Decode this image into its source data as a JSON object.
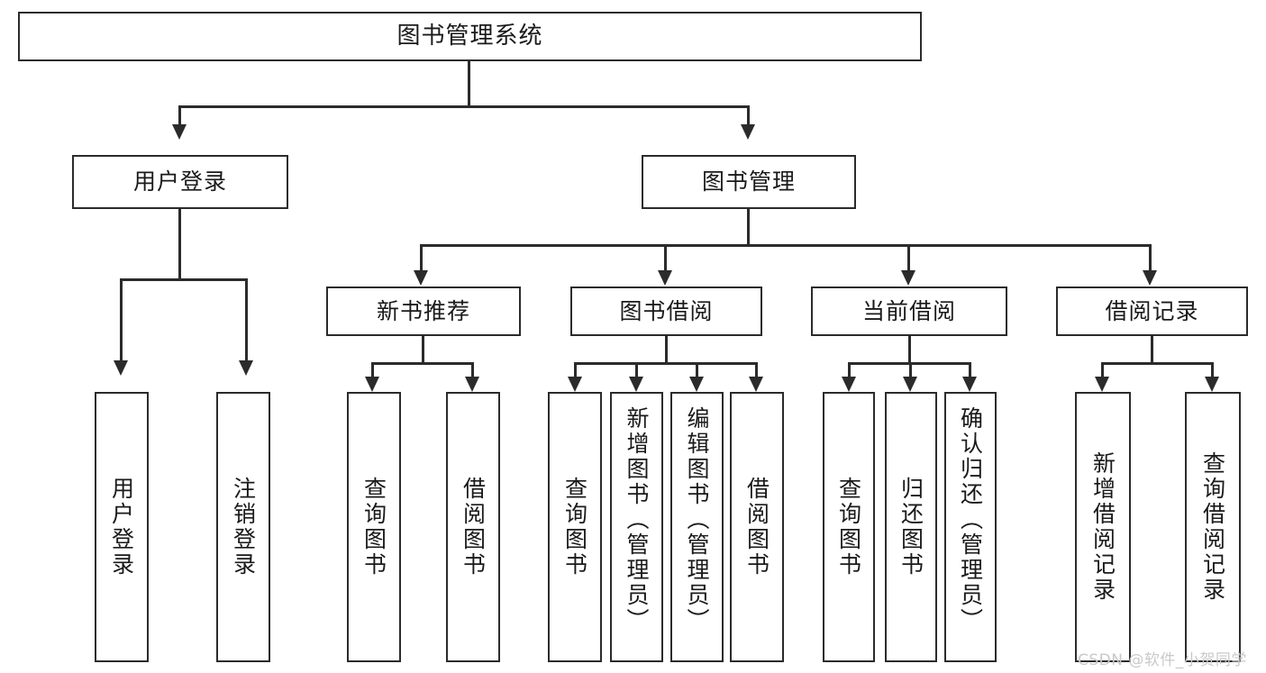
{
  "diagram": {
    "type": "hierarchy-tree",
    "title": "图书管理系统",
    "colors": {
      "stroke": "#2b2b2b",
      "fill": "#ffffff",
      "text": "#1a1a1a",
      "watermark": "#c9c9c9"
    },
    "root": {
      "label": "图书管理系统"
    },
    "level2": [
      {
        "label": "用户登录"
      },
      {
        "label": "图书管理"
      }
    ],
    "level3": [
      {
        "label": "新书推荐"
      },
      {
        "label": "图书借阅"
      },
      {
        "label": "当前借阅"
      },
      {
        "label": "借阅记录"
      }
    ],
    "leaves": {
      "user_login": [
        {
          "label": "用户登录"
        },
        {
          "label": "注销登录"
        }
      ],
      "new_book_recommend": [
        {
          "label": "查询图书"
        },
        {
          "label": "借阅图书"
        }
      ],
      "book_borrow": [
        {
          "label": "查询图书"
        },
        {
          "label": "新增图书（管理员）"
        },
        {
          "label": "编辑图书（管理员）"
        },
        {
          "label": "借阅图书"
        }
      ],
      "current_borrow": [
        {
          "label": "查询图书"
        },
        {
          "label": "归还图书"
        },
        {
          "label": "确认归还（管理员）"
        }
      ],
      "borrow_records": [
        {
          "label": "新增借阅记录"
        },
        {
          "label": "查询借阅记录"
        }
      ]
    },
    "watermark": "CSDN @软件_小贺同学"
  }
}
